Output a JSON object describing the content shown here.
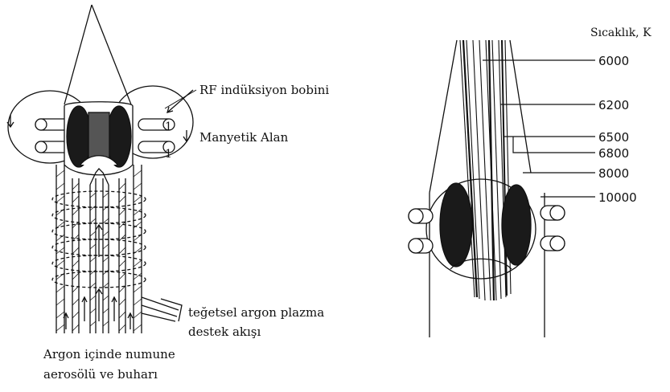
{
  "left_figure": {
    "labels": {
      "rf_coil": "RF indüksiyon bobini",
      "magnetic_field": "Manyetik Alan",
      "tangential_line1": "teğetsel argon plazma",
      "tangential_line2": "destek akışı",
      "sample_line1": "Argon içinde numune",
      "sample_line2": "aerosölü ve buharı"
    }
  },
  "right_figure": {
    "axis_title": "Sıcaklık, K",
    "temperatures": [
      "6000",
      "6200",
      "6500",
      "6800",
      "8000",
      "10000"
    ]
  },
  "colors": {
    "ink": "#111111",
    "background": "#ffffff"
  }
}
